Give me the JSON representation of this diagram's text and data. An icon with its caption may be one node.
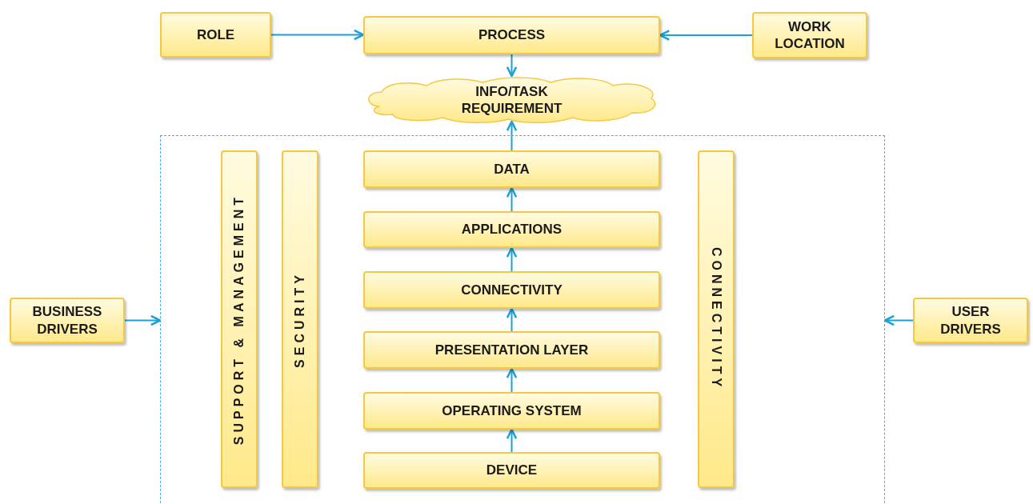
{
  "diagram": {
    "nodes": [
      {
        "text": [
          "ROLE"
        ]
      },
      {
        "text": [
          "PROCESS"
        ]
      },
      {
        "text": [
          "WORK LOCATION"
        ]
      },
      {
        "text": [
          "INFO/TASK REQUIREMENT"
        ]
      },
      {
        "text": [
          "BUSINESS DRIVERS"
        ]
      },
      {
        "text": [],
        "shape": "box"
      },
      {
        "text": [
          "SUPPORT & MANAGEMENT"
        ],
        "in": 5
      },
      {
        "text": [
          "SECURITY"
        ],
        "in": 5
      },
      {
        "text": [
          "DATA"
        ],
        "in": 5
      },
      {
        "text": [
          "APPLICATIONS"
        ],
        "in": 5
      },
      {
        "text": [
          "CONNECTIVITY"
        ],
        "in": 5
      },
      {
        "text": [
          "PRESENTATION LAYER"
        ],
        "in": 5
      },
      {
        "text": [
          "OPERATING SYSTEM"
        ],
        "in": 5
      },
      {
        "text": [
          "DEVICE"
        ],
        "in": 5
      },
      {
        "text": [
          "CONNECTIVITY"
        ],
        "in": 5
      },
      {
        "text": [
          "USER DRIVERS"
        ]
      }
    ],
    "edges": [
      {
        "from": 0,
        "to": 1,
        "arrow": "to"
      },
      {
        "from": 2,
        "to": 1,
        "arrow": "to"
      },
      {
        "from": 1,
        "to": 3,
        "arrow": "to"
      },
      {
        "from": 8,
        "to": 3,
        "arrow": "to"
      },
      {
        "from": 9,
        "to": 8,
        "arrow": "to"
      },
      {
        "from": 10,
        "to": 9,
        "arrow": "to"
      },
      {
        "from": 11,
        "to": 10,
        "arrow": "to"
      },
      {
        "from": 12,
        "to": 11,
        "arrow": "to"
      },
      {
        "from": 13,
        "to": 12,
        "arrow": "to"
      },
      {
        "from": 4,
        "to": 5,
        "arrow": "to"
      },
      {
        "from": 15,
        "to": 5,
        "arrow": "to"
      }
    ]
  }
}
